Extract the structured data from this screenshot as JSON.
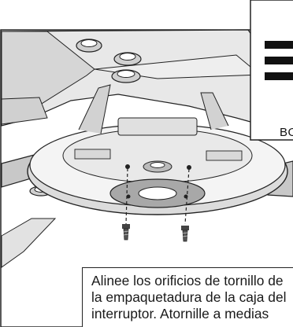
{
  "caption": {
    "lines": [
      "Alinee los orificios de tornillo de",
      "la empaquetadura de la caja del",
      "interruptor. Atornille a medias"
    ]
  },
  "inset": {
    "label": "BO"
  },
  "colors": {
    "line": "#222222",
    "ceiling": "#e6e6e6",
    "blade": "#c8c8c8",
    "plate": "#f4f4f4",
    "gasket": "#a8a8a8",
    "screw": "#555555"
  }
}
